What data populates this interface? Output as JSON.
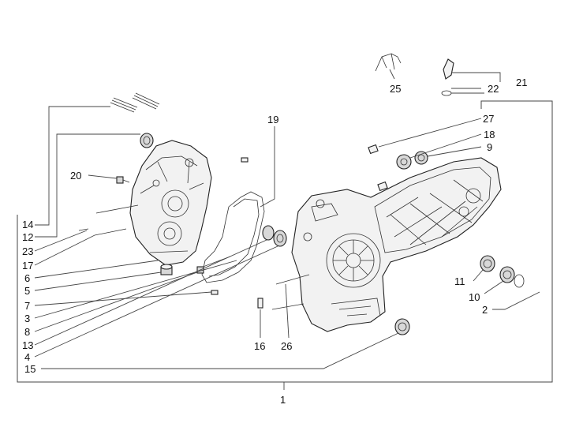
{
  "callouts": {
    "c1": "1",
    "c2": "2",
    "c3": "3",
    "c4": "4",
    "c5": "5",
    "c6": "6",
    "c7": "7",
    "c8": "8",
    "c9": "9",
    "c10": "10",
    "c11": "11",
    "c12": "12",
    "c13": "13",
    "c14": "14",
    "c15": "15",
    "c16": "16",
    "c17": "17",
    "c18": "18",
    "c19": "19",
    "c20": "20",
    "c21": "21",
    "c22": "22",
    "c23": "23",
    "c25": "25",
    "c26": "26",
    "c27": "27"
  }
}
